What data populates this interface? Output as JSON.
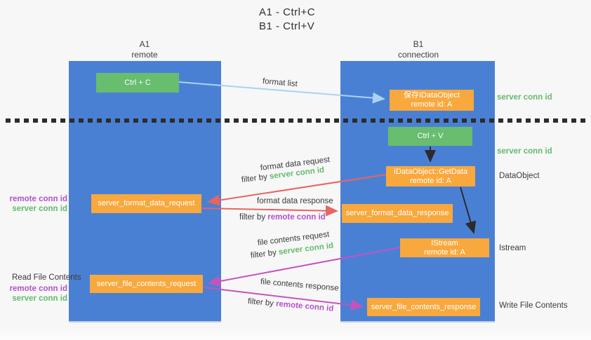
{
  "title": {
    "line1": "A1 - Ctrl+C",
    "line2": "B1 - Ctrl+V"
  },
  "lanes": {
    "left": {
      "header_line1": "A1",
      "header_line2": "remote"
    },
    "right": {
      "header_line1": "B1",
      "header_line2": "connection"
    }
  },
  "boxes": {
    "ctrl_c": {
      "label": "Ctrl + C"
    },
    "save_idataobject": {
      "line1": "保存IDataObject",
      "line2": "remote id: A"
    },
    "ctrl_v": {
      "label": "Ctrl + V"
    },
    "getdata": {
      "line1": "IDataObject::GetData",
      "line2": "remote id: A"
    },
    "format_data_request": {
      "label": "server_format_data_request"
    },
    "format_data_response": {
      "label": "server_format_data_response"
    },
    "istream": {
      "line1": "IStream",
      "line2": "remote id: A"
    },
    "file_contents_request": {
      "label": "server_file_contents_request"
    },
    "file_contents_response": {
      "label": "server_file_contents_response"
    }
  },
  "arrow_labels": {
    "format_list": "format list",
    "format_data_request": "format data request",
    "format_data_response": "format data response",
    "file_contents_request": "file contents request",
    "file_contents_response": "file contents response",
    "filter_prefix": "filter by ",
    "server_conn_id": "server conn id",
    "remote_conn_id": "remote conn id"
  },
  "side_labels": {
    "right_server_conn_id_top": "server conn id",
    "right_server_conn_id_mid": "server conn id",
    "dataobject": "DataObject",
    "istream": "Istream",
    "write_file_contents": "Write File Contents",
    "read_file_contents": "Read File Contents",
    "left_remote_conn_id_top": "remote conn id",
    "left_server_conn_id_top": "server conn id",
    "left_remote_conn_id_bottom": "remote conn id",
    "left_server_conn_id_bottom": "server conn id"
  },
  "colors": {
    "lane_blue": "#4a80d4",
    "box_green": "#68bd6e",
    "box_orange": "#f8a83d",
    "arrow_red": "#e86560",
    "arrow_magenta": "#c553be",
    "arrow_lightblue": "#a9d3ee",
    "arrow_black": "#2b2b2b",
    "text_green": "#64bb6a",
    "text_purple": "#b351cc"
  }
}
